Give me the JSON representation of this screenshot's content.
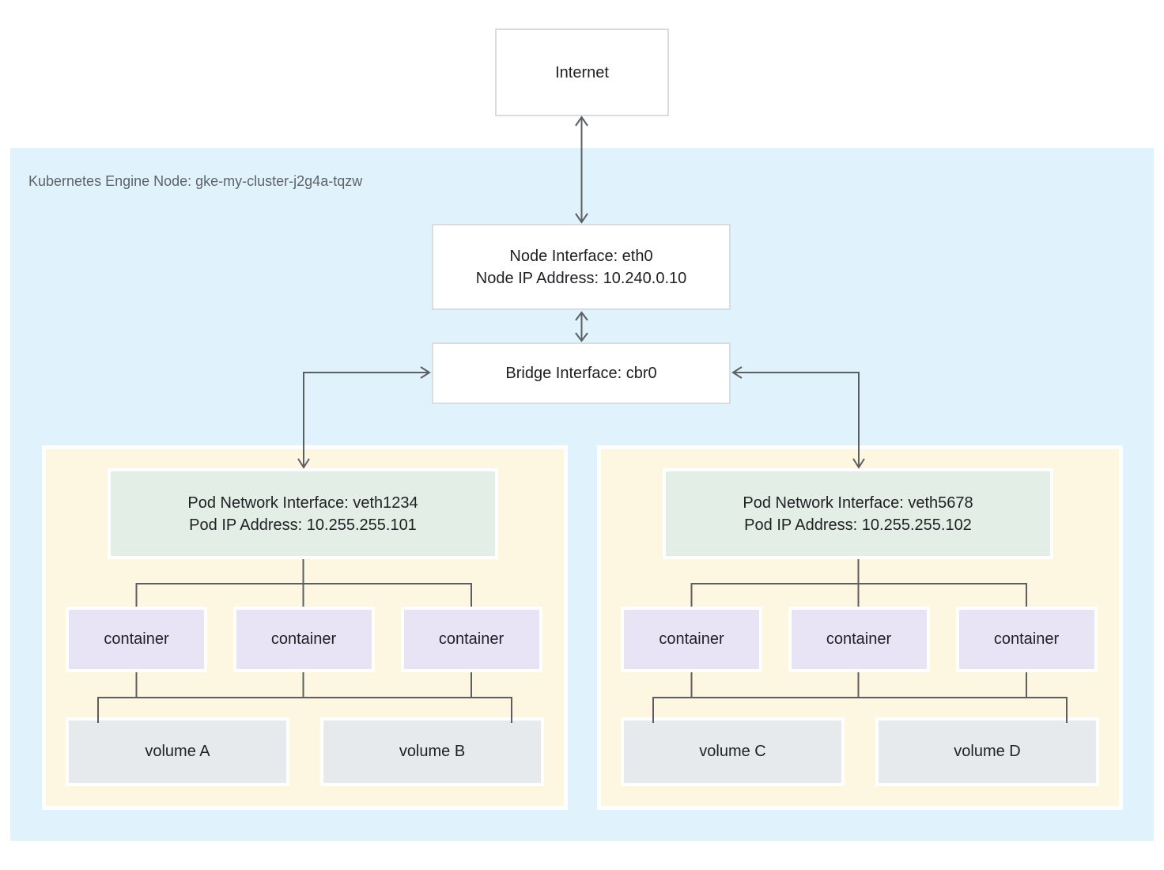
{
  "diagram": {
    "internet": {
      "label": "Internet"
    },
    "node": {
      "label": "Kubernetes Engine Node: gke-my-cluster-j2g4a-tqzw",
      "node_interface": {
        "line1": "Node Interface: eth0",
        "line2": "Node IP Address: 10.240.0.10"
      },
      "bridge": {
        "label": "Bridge Interface: cbr0"
      },
      "pods": [
        {
          "network_interface": {
            "line1": "Pod Network Interface: veth1234",
            "line2": "Pod IP Address: 10.255.255.101"
          },
          "containers": [
            "container",
            "container",
            "container"
          ],
          "volumes": [
            "volume A",
            "volume B"
          ]
        },
        {
          "network_interface": {
            "line1": "Pod Network Interface: veth5678",
            "line2": "Pod IP Address: 10.255.255.102"
          },
          "containers": [
            "container",
            "container",
            "container"
          ],
          "volumes": [
            "volume C",
            "volume D"
          ]
        }
      ]
    },
    "colors": {
      "node_background": "#e0f3fc",
      "pod_background": "#fdf6e0",
      "pod_interface_background": "#e3eee7",
      "container_background": "#e9e4f5",
      "volume_background": "#e7eaec",
      "box_border": "#dadce0",
      "connector": "#5c5f62",
      "text": "#202124",
      "node_label_text": "#5f6368"
    }
  }
}
